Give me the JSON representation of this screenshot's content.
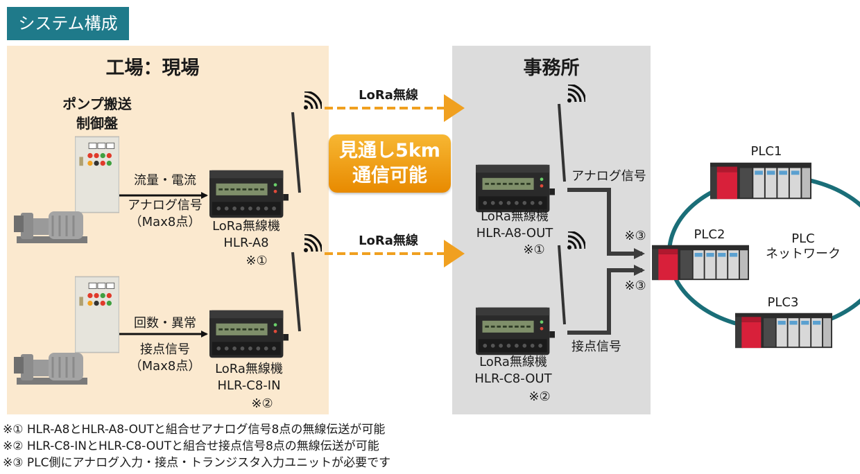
{
  "header": {
    "title": "システム構成"
  },
  "factory": {
    "heading": "工場：現場",
    "panel_label": [
      "ポンプ搬送",
      "制御盤"
    ],
    "row1": {
      "signal_top": "流量・電流",
      "signal_type": "アナログ信号",
      "signal_max": "（Max8点）",
      "device_name": "LoRa無線機",
      "device_model": "HLR-A8",
      "device_note": "※①"
    },
    "row2": {
      "signal_top": "回数・異常",
      "signal_type": "接点信号",
      "signal_max": "（Max8点）",
      "device_name": "LoRa無線機",
      "device_model": "HLR-C8-IN",
      "device_note": "※②"
    }
  },
  "link": {
    "label_top": "LoRa無線",
    "label_bottom": "LoRa無線",
    "badge": [
      "見通し5km",
      "通信可能"
    ]
  },
  "office": {
    "heading": "事務所",
    "row1": {
      "device_name": "LoRa無線機",
      "device_model": "HLR-A8-OUT",
      "device_note": "※①",
      "signal": "アナログ信号"
    },
    "row2": {
      "device_name": "LoRa無線機",
      "device_model": "HLR-C8-OUT",
      "device_note": "※②",
      "signal": "接点信号"
    }
  },
  "plc": {
    "plc1": "PLC1",
    "plc2": "PLC2",
    "plc3": "PLC3",
    "network": [
      "PLC",
      "ネットワーク"
    ],
    "input_note_top": "※③",
    "input_note_bottom": "※③"
  },
  "notes": [
    "※① HLR-A8とHLR-A8-OUTと組合せアナログ信号8点の無線伝送が可能",
    "※② HLR-C8-INとHLR-C8-OUTと組合せ接点信号8点の無線伝送が可能",
    "※③ PLC側にアナログ入力・接点・トランジスタ入力ユニットが必要です"
  ],
  "colors": {
    "accent_teal": "#1f7a8a",
    "factory_bg": "#fbe9cf",
    "office_bg": "#dcdcdc",
    "link_orange": "#f0a020",
    "network_teal": "#1a6e78",
    "plc_red": "#d8203a"
  }
}
